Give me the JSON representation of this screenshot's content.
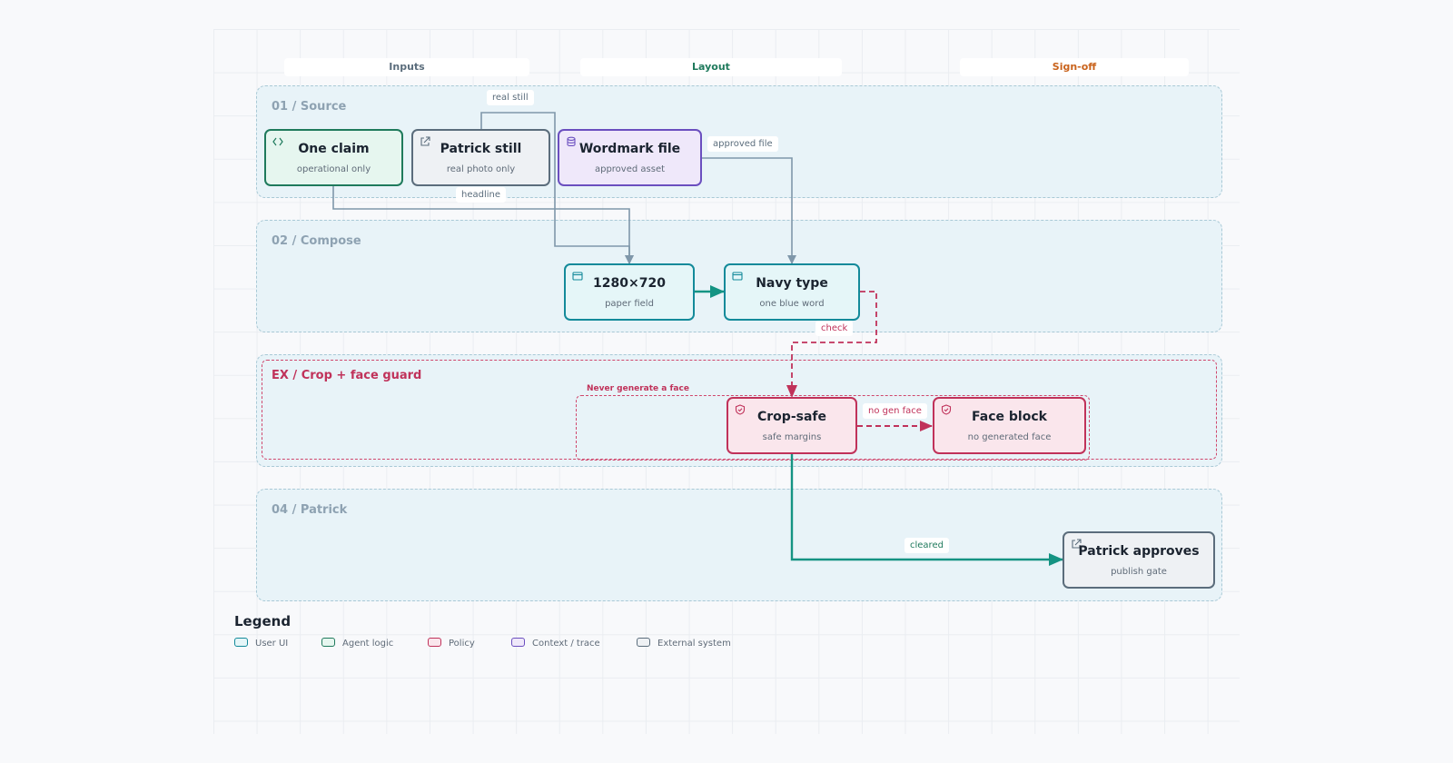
{
  "columns": {
    "inputs": "Inputs",
    "layout": "Layout",
    "signoff": "Sign-off"
  },
  "lanes": {
    "source": "01 / Source",
    "compose": "02 / Compose",
    "ex": "EX / Crop + face guard",
    "patrick": "04 / Patrick"
  },
  "guard_label": "Never generate a face",
  "nodes": {
    "one_claim": {
      "title": "One claim",
      "sub": "operational only",
      "icon": "code-icon"
    },
    "patrick_still": {
      "title": "Patrick still",
      "sub": "real photo only",
      "icon": "external-link-icon"
    },
    "wordmark": {
      "title": "Wordmark file",
      "sub": "approved asset",
      "icon": "database-icon"
    },
    "canvas": {
      "title": "1280×720",
      "sub": "paper field",
      "icon": "window-icon"
    },
    "navy": {
      "title": "Navy type",
      "sub": "one blue word",
      "icon": "window-icon"
    },
    "crop": {
      "title": "Crop-safe",
      "sub": "safe margins",
      "icon": "shield-icon"
    },
    "face": {
      "title": "Face block",
      "sub": "no generated face",
      "icon": "shield-icon"
    },
    "approve": {
      "title": "Patrick approves",
      "sub": "publish gate",
      "icon": "external-link-icon"
    }
  },
  "edges": {
    "real_still": "real still",
    "approved_file": "approved file",
    "headline": "headline",
    "check": "check",
    "no_gen_face": "no gen face",
    "cleared": "cleared"
  },
  "legend": {
    "title": "Legend",
    "items": [
      "User UI",
      "Agent logic",
      "Policy",
      "Context / trace",
      "External system"
    ]
  },
  "colors": {
    "user_ui": "#138a9a",
    "agent_logic": "#1f7a5c",
    "policy": "#c0325a",
    "context_trace": "#6b4fbf",
    "external_system": "#5b6d7c",
    "inputs_header": "#5b6d7c",
    "layout_header": "#1f7a5c",
    "signoff_header": "#c9631c"
  }
}
